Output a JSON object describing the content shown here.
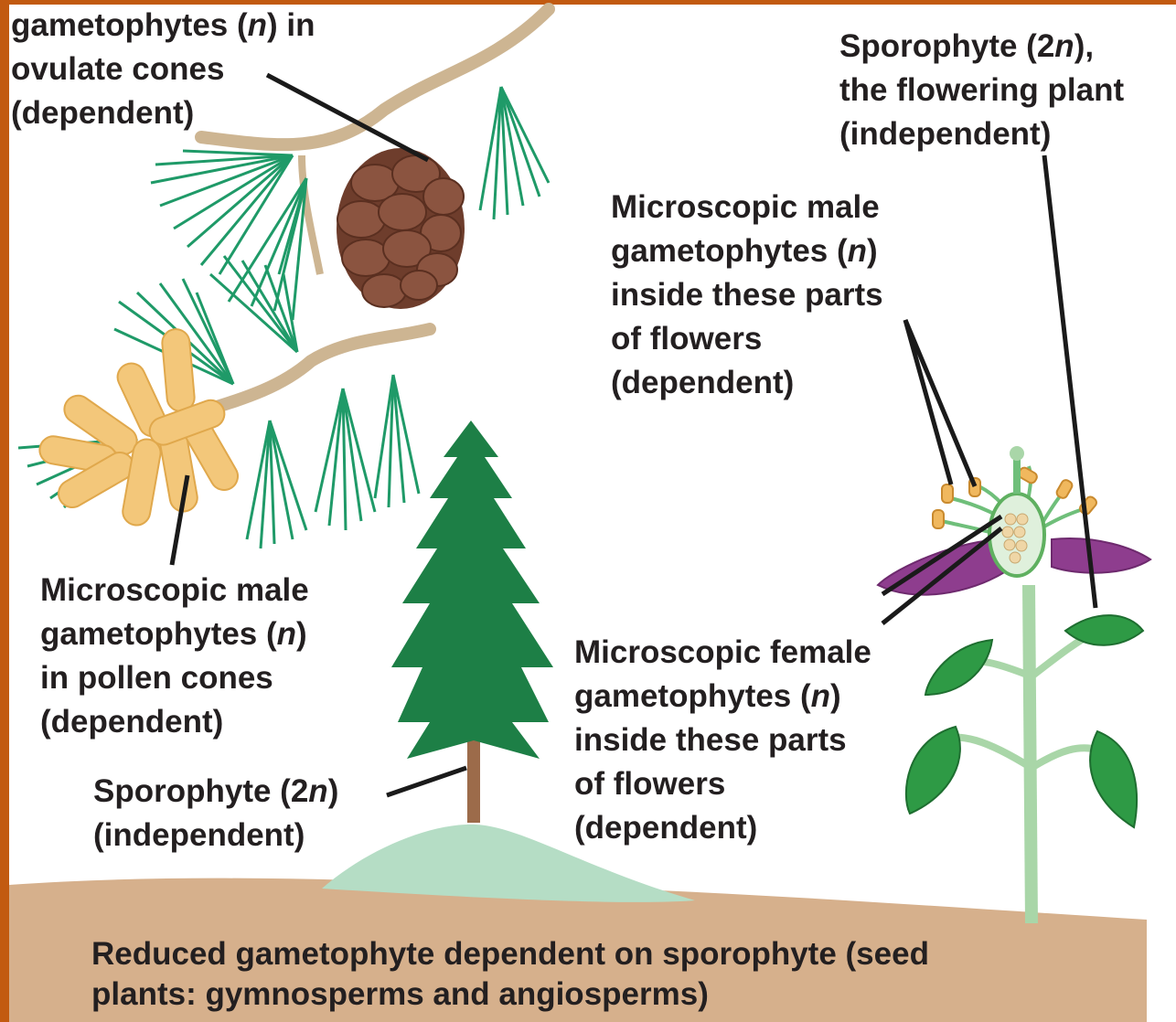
{
  "labels": {
    "ovulate_cones": {
      "line1_a": "gametophytes (",
      "line1_n": "n",
      "line1_b": ") in",
      "line2": "ovulate cones",
      "line3": "(dependent)"
    },
    "pollen_cones": {
      "line1": "Microscopic male",
      "line2_a": "gametophytes (",
      "line2_n": "n",
      "line2_b": ")",
      "line3": "in pollen cones",
      "line4": "(dependent)"
    },
    "tree_sporophyte": {
      "line1_a": "Sporophyte (2",
      "line1_n": "n",
      "line1_b": ")",
      "line2": "(independent)"
    },
    "flowering_sporophyte": {
      "line1_a": "Sporophyte (2",
      "line1_n": "n",
      "line1_b": "),",
      "line2": "the flowering plant",
      "line3": "(independent)"
    },
    "male_flower": {
      "line1": "Microscopic male",
      "line2_a": "gametophytes (",
      "line2_n": "n",
      "line2_b": ")",
      "line3": "inside these parts",
      "line4": "of flowers",
      "line5": "(dependent)"
    },
    "female_flower": {
      "line1": "Microscopic female",
      "line2_a": "gametophytes (",
      "line2_n": "n",
      "line2_b": ")",
      "line3": "inside these parts",
      "line4": "of flowers",
      "line5": "(dependent)"
    }
  },
  "caption": {
    "line1": "Reduced gametophyte dependent on sporophyte (seed",
    "line2": "plants: gymnosperms and angiosperms)"
  },
  "colors": {
    "frame": "#c25a10",
    "ground": "#d6b08c",
    "hill": "#b5ddc5",
    "needles": "#1f9a68",
    "branch": "#cdb592",
    "ovulate_cone": "#7d4a35",
    "pollen_cone": "#f3c77a",
    "tree": "#1d7f46",
    "petal": "#8e3d8e",
    "leaf": "#2e9a45"
  }
}
